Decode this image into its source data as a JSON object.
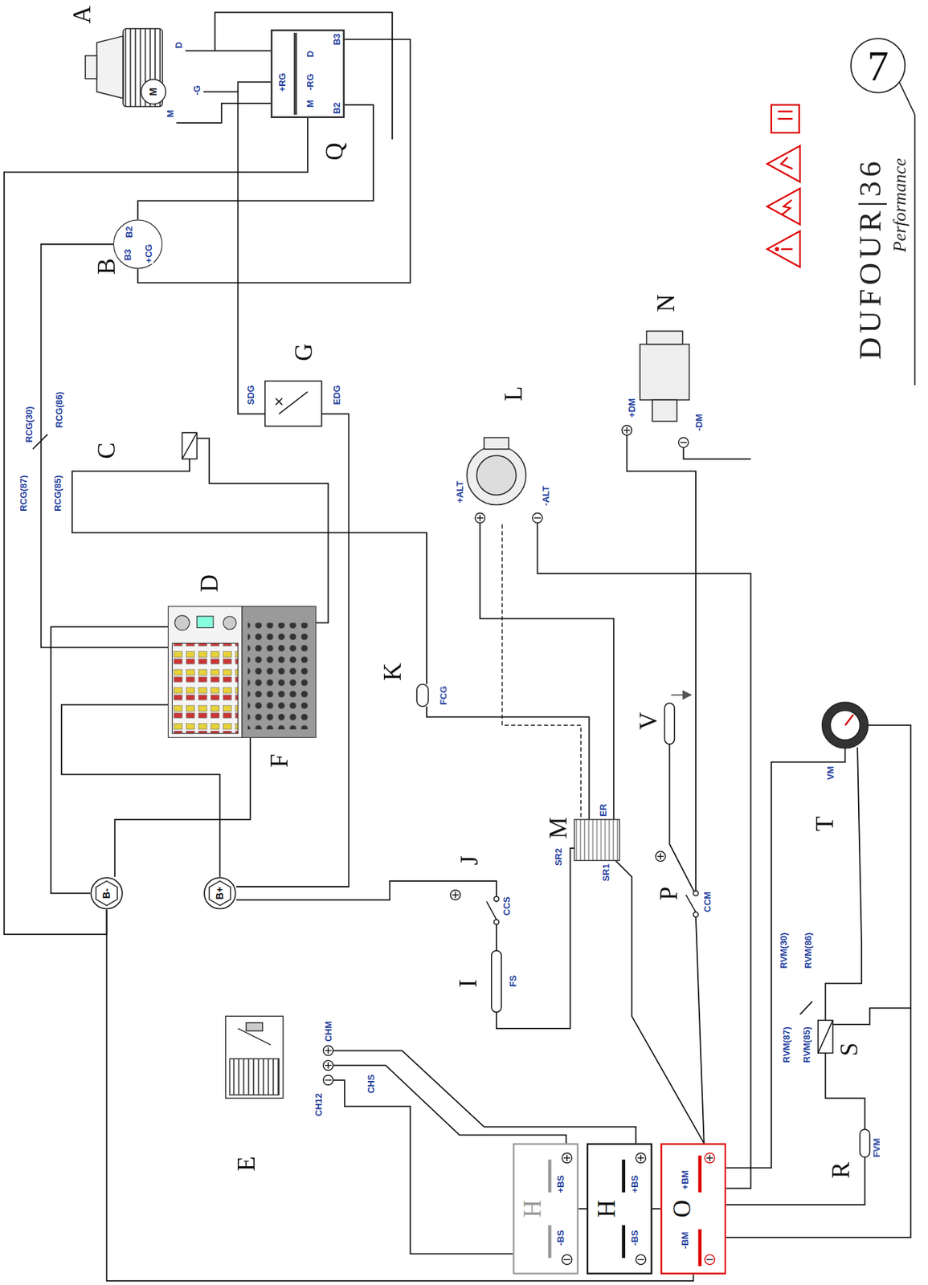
{
  "diagram": {
    "nodes": [
      {
        "text": [
          "D",
          "B3",
          "+RG",
          "-RG",
          "M",
          "B2"
        ]
      },
      {
        "text": [
          "B2",
          "B3",
          "+CG"
        ]
      },
      {
        "text": [
          "B-"
        ]
      },
      {
        "text": [
          "B+"
        ]
      },
      {
        "text": [
          "H",
          "+BS",
          "-BS"
        ]
      },
      {
        "text": [
          "H",
          "+BS",
          "-BS"
        ]
      },
      {
        "text": [
          "O",
          "+BM",
          "-BM"
        ]
      }
    ],
    "edges": [
      {
        "from": 0,
        "to": 1,
        "arrow": "none"
      },
      {
        "from": 0,
        "to": 1,
        "arrow": "none"
      },
      {
        "from": 0,
        "to": 2,
        "arrow": "none"
      },
      {
        "from": 2,
        "to": 6,
        "arrow": "none"
      },
      {
        "from": 4,
        "to": 5,
        "arrow": "none"
      },
      {
        "from": 5,
        "to": 6,
        "arrow": "none"
      }
    ],
    "labels": [
      "A",
      "M",
      "D",
      "-G",
      "M",
      "Q",
      "B",
      "RCG(30)",
      "RCG(86)",
      "RCG(87)",
      "RCG(85)",
      "C",
      "G",
      "SDG",
      "EDG",
      "L",
      "+ALT",
      "-ALT",
      "N",
      "+DM",
      "-DM",
      "D",
      "F",
      "K",
      "FCG",
      "V",
      "M",
      "ER",
      "SR2",
      "SR1",
      "J",
      "CCS",
      "I",
      "FS",
      "P",
      "CCM",
      "T",
      "VM",
      "S",
      "RVM(30)",
      "RVM(86)",
      "RVM(87)",
      "RVM(85)",
      "R",
      "FVM",
      "E",
      "CHM",
      "CHS",
      "CH12",
      "7",
      "DUFOUR|36",
      "Performance"
    ]
  }
}
